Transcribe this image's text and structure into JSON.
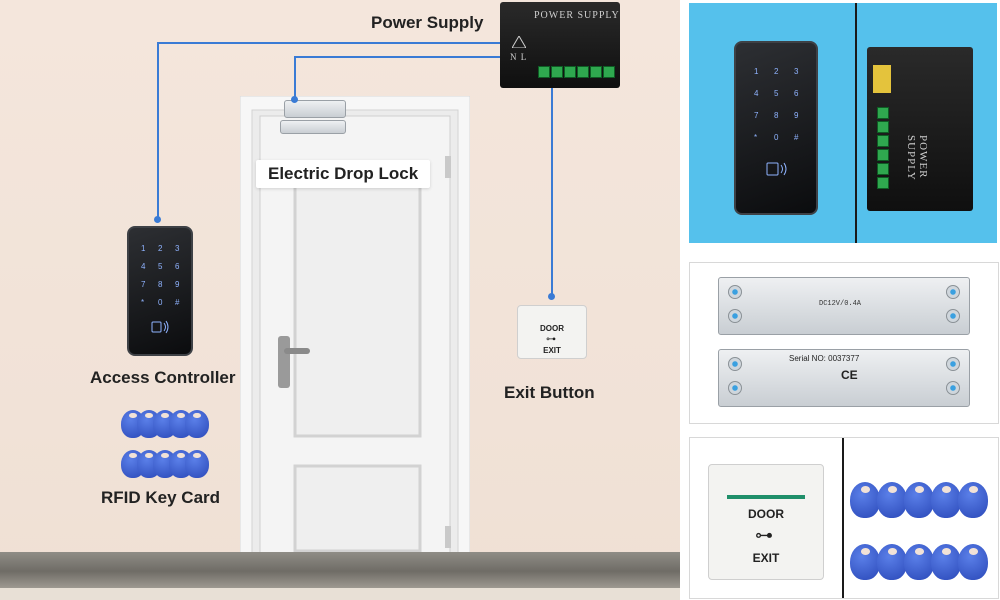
{
  "labels": {
    "power_supply": "Power Supply",
    "electric_drop_lock": "Electric Drop Lock",
    "access_controller": "Access Controller",
    "rfid_key_card": "RFID Key Card",
    "exit_button": "Exit Button"
  },
  "keypad_keys": [
    "1",
    "2",
    "3",
    "4",
    "5",
    "6",
    "7",
    "8",
    "9",
    "*",
    "0",
    "#"
  ],
  "psu_title": "POWER SUPPLY",
  "psu_terminal_letters": "N L",
  "exit_button_text": {
    "line1": "DOOR",
    "line2": "EXIT"
  },
  "lock_serial": "Serial NO: 0037377",
  "lock_markings": {
    "ce": "CE",
    "spec": "DC12V/0.4A"
  },
  "colors": {
    "wire": "#3a7bd5",
    "panel_bg": "#55c1ec",
    "rfid_tag": "#2a48b8",
    "wall": "#f2e3d8"
  },
  "icons": [
    "rfid-reader-icon",
    "key-icon",
    "warning-triangle-icon",
    "ce-mark-icon"
  ]
}
